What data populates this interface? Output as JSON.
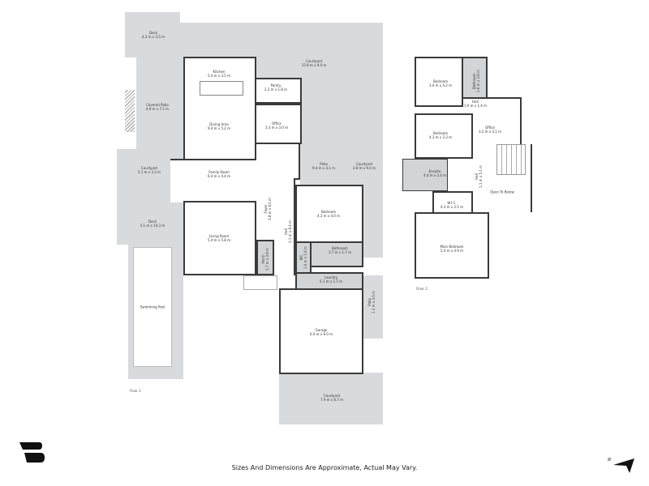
{
  "floors": [
    {
      "name": "Floor 1",
      "rooms": [
        {
          "id": "deck-top",
          "name": "Deck",
          "dims": "4.2 m x 3.5 m"
        },
        {
          "id": "courtyard-large",
          "name": "Courtyard",
          "dims": "15.8 m x 9.0 m"
        },
        {
          "id": "kitchen",
          "name": "Kitchen",
          "dims": "5.4 m x 3.5 m"
        },
        {
          "id": "pantry",
          "name": "Pantry",
          "dims": "2.2 m x 1.8 m"
        },
        {
          "id": "covered-patio",
          "name": "Covered Patio",
          "dims": "4.9 m x 7.1 m"
        },
        {
          "id": "dining",
          "name": "Dining Area",
          "dims": "9.4 m x 5.2 m"
        },
        {
          "id": "office",
          "name": "Office",
          "dims": "3.3 m x 3.0 m"
        },
        {
          "id": "courtyard-west",
          "name": "Courtyard",
          "dims": "5.1 m x 3.3 m"
        },
        {
          "id": "family",
          "name": "Family Room",
          "dims": "6.4 m x 4.4 m"
        },
        {
          "id": "patio",
          "name": "Patio",
          "dims": "9.4 m x 3.1 m"
        },
        {
          "id": "courtyard-east",
          "name": "Courtyard",
          "dims": "2.8 m x 9.0 m"
        },
        {
          "id": "deck-large",
          "name": "Deck",
          "dims": "5.1 m x 14.3 m"
        },
        {
          "id": "foyer",
          "name": "Foyer",
          "dims": "3.8 m x 6.0 m"
        },
        {
          "id": "bedroom",
          "name": "Bedroom",
          "dims": "4.3 m x 4.0 m"
        },
        {
          "id": "hall",
          "name": "Hall",
          "dims": "1.1 m x 8.4 m"
        },
        {
          "id": "living",
          "name": "Living Room",
          "dims": "5.4 m x 5.8 m"
        },
        {
          "id": "wc",
          "name": "WC",
          "dims": "1.0 m x 1.6 m"
        },
        {
          "id": "bathroom",
          "name": "Bathroom",
          "dims": "3.7 m x 1.7 m"
        },
        {
          "id": "porch",
          "name": "Porch",
          "dims": "1.7 m x 3.8 m"
        },
        {
          "id": "laundry",
          "name": "Laundry",
          "dims": "5.1 m x 1.7 m"
        },
        {
          "id": "swimming-pool",
          "name": "Swimming Pool",
          "dims": ""
        },
        {
          "id": "patio-side",
          "name": "Patio",
          "dims": "1.3 m x 3.5 m"
        },
        {
          "id": "garage",
          "name": "Garage",
          "dims": "6.0 m x 6.0 m"
        },
        {
          "id": "courtyard-south",
          "name": "Courtyard",
          "dims": "7.9 m x 6.7 m"
        }
      ]
    },
    {
      "name": "Floor 2",
      "rooms": [
        {
          "id": "bedroom-1",
          "name": "Bedroom",
          "dims": "3.0 m x 4.2 m"
        },
        {
          "id": "bathroom-2",
          "name": "Bathroom",
          "dims": "1.6 m x 3.8 m"
        },
        {
          "id": "hall-2",
          "name": "Hall",
          "dims": "1.6 m x 1.4 m"
        },
        {
          "id": "office-2",
          "name": "Office",
          "dims": "3.2 m x 3.1 m"
        },
        {
          "id": "bedroom-2",
          "name": "Bedroom",
          "dims": "4.3 m x 3.3 m"
        },
        {
          "id": "ensuite",
          "name": "Ensuite",
          "dims": "4.4 m x 2.4 m"
        },
        {
          "id": "hall-3",
          "name": "Hall",
          "dims": "1.1 m x 5.1 m"
        },
        {
          "id": "open-below",
          "name": "Open To Below",
          "dims": ""
        },
        {
          "id": "wic",
          "name": "W.I.C.",
          "dims": "4.3 m x 2.5 m"
        },
        {
          "id": "main-bedroom",
          "name": "Main Bedroom",
          "dims": "5.4 m x 4.9 m"
        }
      ]
    }
  ],
  "footer": {
    "disclaimer": "Sizes And Dimensions Are Approximate, Actual May Vary."
  },
  "compass": {
    "label": "N"
  },
  "logo": {
    "icon": "brand-b-logo"
  }
}
